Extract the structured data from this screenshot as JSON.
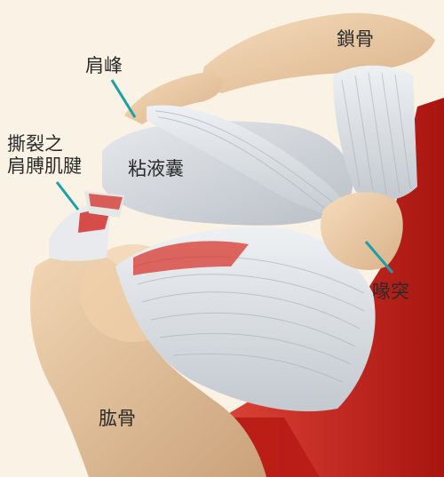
{
  "labels": {
    "clavicle": "鎖骨",
    "acromion": "肩峰",
    "torn_tendon_line1": "撕裂之",
    "torn_tendon_line2": "肩膊肌腱",
    "bursa": "粘液囊",
    "coracoid": "喙突",
    "humerus": "肱骨"
  },
  "colors": {
    "pointer": "#1aa0a8",
    "bone": "#e9c9a3",
    "muscle": "#c9231d",
    "tendon": "#d9dee3",
    "bursa": "#cfd4da"
  }
}
